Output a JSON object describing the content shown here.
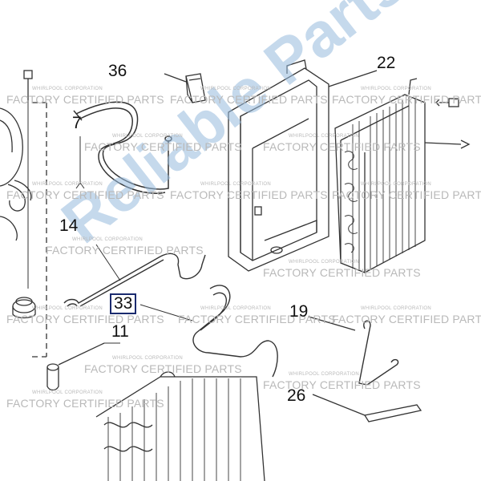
{
  "watermark": {
    "brand": "Reliable Parts",
    "corporation": "WHIRLPOOL CORPORATION",
    "certified": "FACTORY CERTIFIED PARTS"
  },
  "callouts": [
    {
      "id": "36",
      "label": "36"
    },
    {
      "id": "22",
      "label": "22"
    },
    {
      "id": "7",
      "label": "7"
    },
    {
      "id": "14",
      "label": "14"
    },
    {
      "id": "33",
      "label": "33"
    },
    {
      "id": "11",
      "label": "11"
    },
    {
      "id": "19",
      "label": "19"
    },
    {
      "id": "26",
      "label": "26"
    }
  ]
}
